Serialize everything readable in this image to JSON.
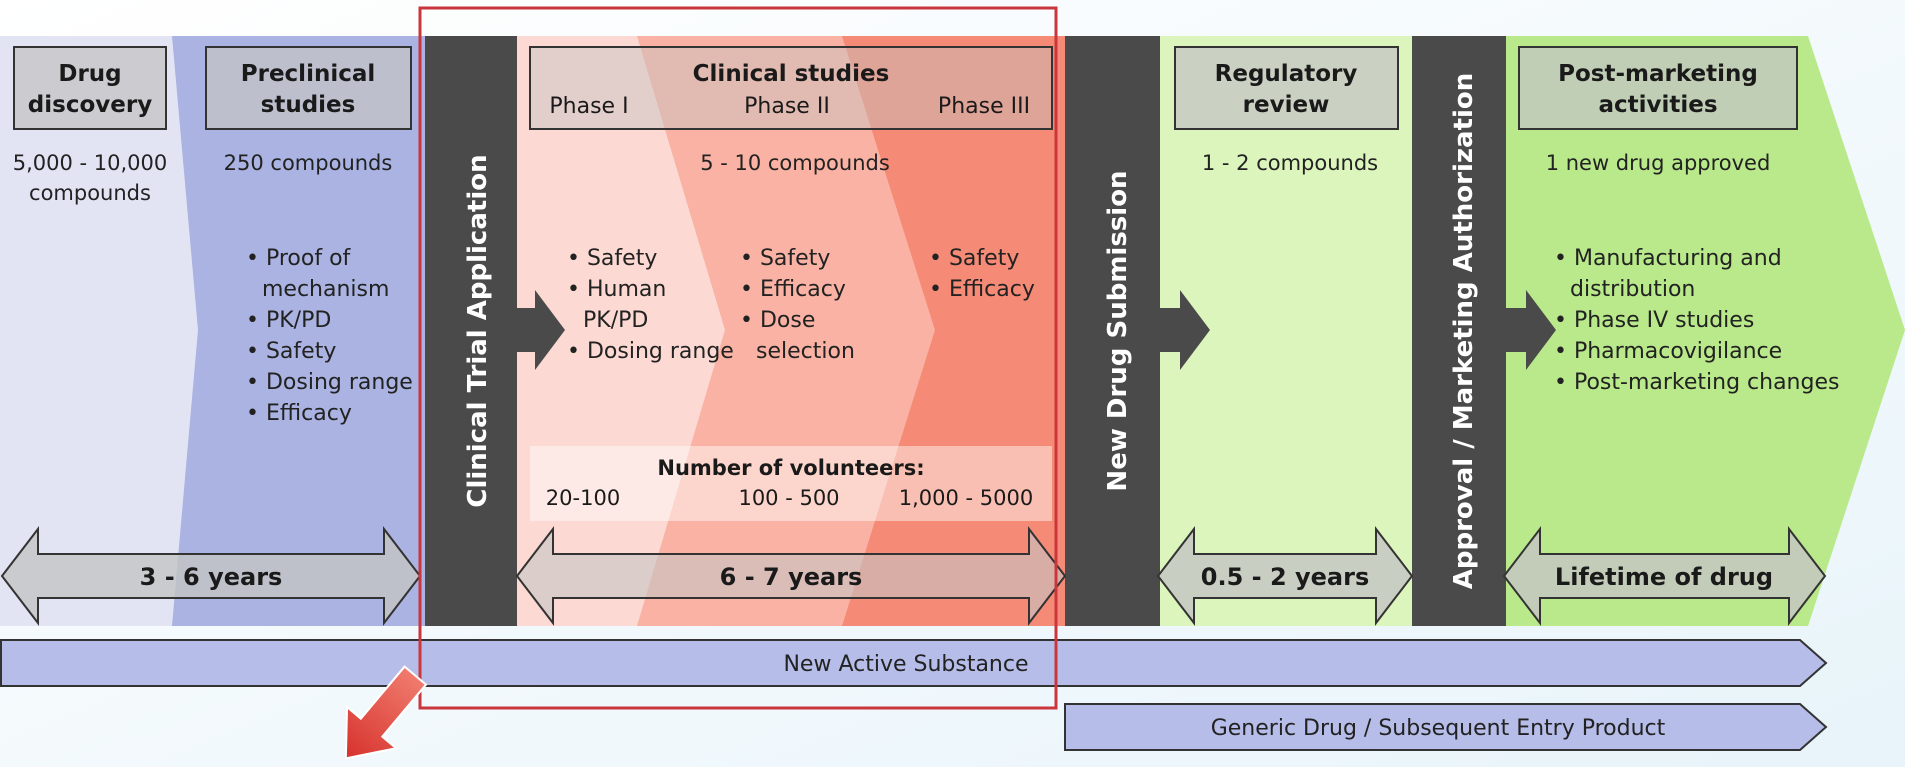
{
  "stages": {
    "drug_discovery": {
      "title": [
        "Drug",
        "discovery"
      ],
      "count": [
        "5,000 - 10,000",
        "compounds"
      ]
    },
    "preclinical": {
      "title": [
        "Preclinical",
        "studies"
      ],
      "count": "250 compounds",
      "bullets": [
        "• Proof of",
        "mechanism",
        "• PK/PD",
        "• Safety",
        "• Dosing range",
        "• Efficacy"
      ]
    },
    "clinical_trial_application": "Clinical Trial Application",
    "clinical_studies": {
      "title": "Clinical studies",
      "phases": [
        "Phase I",
        "Phase II",
        "Phase III"
      ],
      "count": "5 - 10 compounds",
      "phase1_bullets": [
        "• Safety",
        "• Human",
        "PK/PD",
        "• Dosing range"
      ],
      "phase2_bullets": [
        "• Safety",
        "• Efficacy",
        "• Dose",
        "selection"
      ],
      "phase3_bullets": [
        "• Safety",
        "• Efficacy"
      ],
      "volunteers_title": "Number of volunteers:",
      "volunteers": [
        "20-100",
        "100 - 500",
        "1,000 - 5000"
      ]
    },
    "new_drug_submission": "New Drug Submission",
    "regulatory_review": {
      "title": [
        "Regulatory",
        "review"
      ],
      "count": "1 - 2 compounds"
    },
    "approval": "Approval / Marketing Authorization",
    "post_marketing": {
      "title": [
        "Post-marketing",
        "activities"
      ],
      "count": "1 new drug approved",
      "bullets": [
        "• Manufacturing and",
        "distribution",
        "• Phase IV studies",
        "• Pharmacovigilance",
        "• Post-marketing changes"
      ]
    }
  },
  "durations": [
    "3 - 6 years",
    "6 - 7 years",
    "0.5 - 2 years",
    "Lifetime of drug"
  ],
  "bars": {
    "new_active_substance": "New Active Substance",
    "generic_drug": "Generic Drug / Subsequent Entry Product"
  },
  "colors": {
    "discovery_bg": "#e2e4f4",
    "preclinical_bg": "#aab3e2",
    "dark_band": "#4a4a4a",
    "phase1": "#fcd9d2",
    "phase2": "#f9b2a3",
    "phase3": "#f58a76",
    "review_bg": "#dcf5bc",
    "post_bg": "#b9e98a",
    "box_fill": "#c4c4c4",
    "bar_fill": "#b6bde8",
    "highlight": "#c9363c",
    "pointer": "#e0433c"
  }
}
